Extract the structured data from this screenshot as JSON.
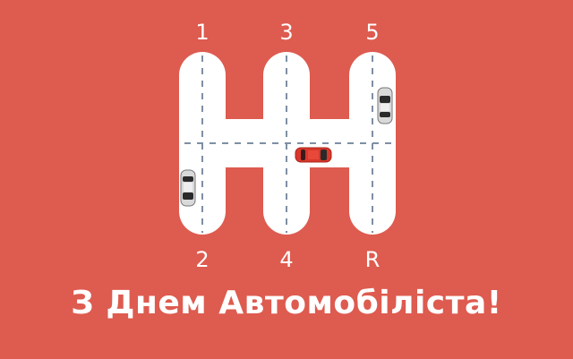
{
  "gears": {
    "top": [
      "1",
      "3",
      "5"
    ],
    "bottom": [
      "2",
      "4",
      "R"
    ]
  },
  "greeting": "З Днем Автомобіліста!",
  "colors": {
    "background": "#de5b4f",
    "road": "#ffffff",
    "lane_dash": "#7e8fa3",
    "red_car": "#d9382b",
    "silver_car": "#d6d6d6"
  },
  "cars": [
    {
      "name": "silver-car-gear-5",
      "direction": "down"
    },
    {
      "name": "red-car-neutral",
      "direction": "right"
    },
    {
      "name": "silver-car-gear-2",
      "direction": "up"
    }
  ]
}
